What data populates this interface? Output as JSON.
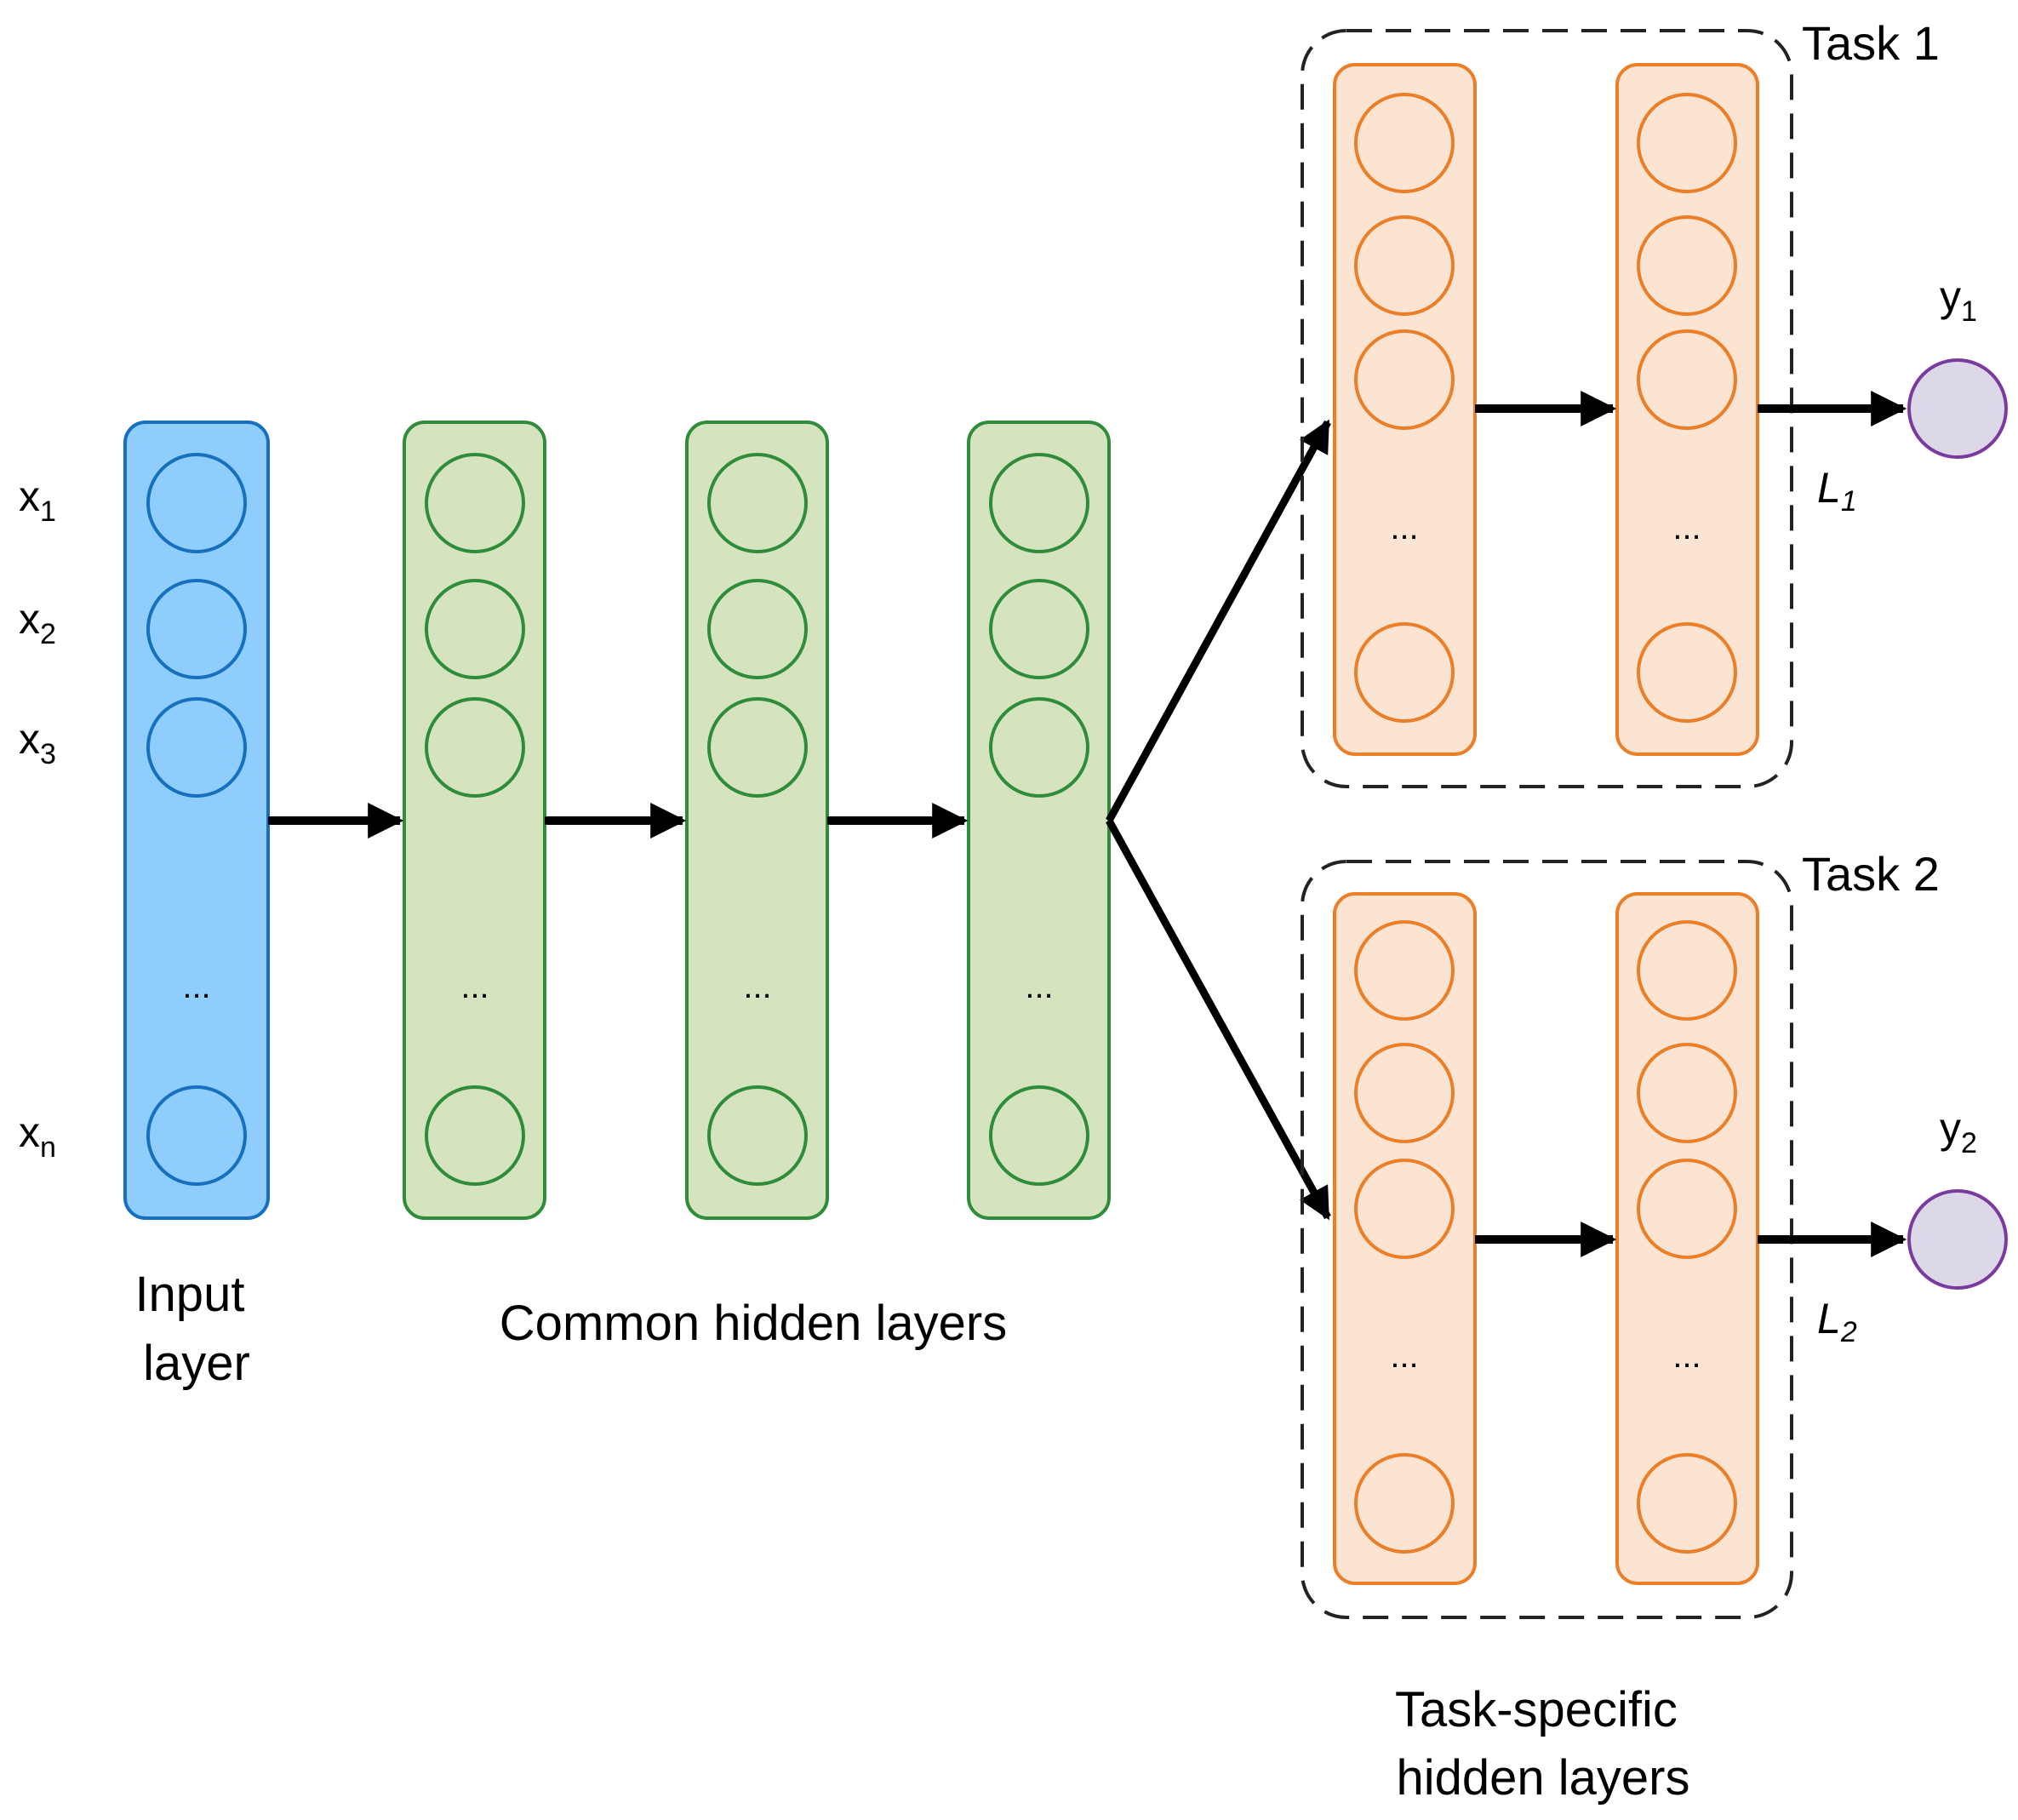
{
  "inputs": [
    {
      "base": "x",
      "sub": "1"
    },
    {
      "base": "x",
      "sub": "2"
    },
    {
      "base": "x",
      "sub": "3"
    },
    {
      "base": "x",
      "sub": "n"
    }
  ],
  "ellipsis": "...",
  "labels": {
    "input_layer": [
      "Input",
      "layer"
    ],
    "common_hidden": "Common hidden layers",
    "task_specific": [
      "Task-specific",
      "hidden layers"
    ]
  },
  "tasks": [
    {
      "title": "Task 1",
      "loss": {
        "base": "L",
        "sub": "1"
      },
      "output": {
        "base": "y",
        "sub": "1"
      }
    },
    {
      "title": "Task 2",
      "loss": {
        "base": "L",
        "sub": "2"
      },
      "output": {
        "base": "y",
        "sub": "2"
      }
    }
  ],
  "colors": {
    "input_fill": "#8ECDFC",
    "input_stroke": "#1670BF",
    "hidden_fill": "#D5E3BF",
    "hidden_stroke": "#2E8C3A",
    "task_fill": "#FCE4D2",
    "task_stroke": "#EB7E26",
    "output_fill": "#DDD8E7",
    "output_stroke": "#7A3A9E",
    "arrow": "#000000",
    "dashed_box": "#222222"
  }
}
